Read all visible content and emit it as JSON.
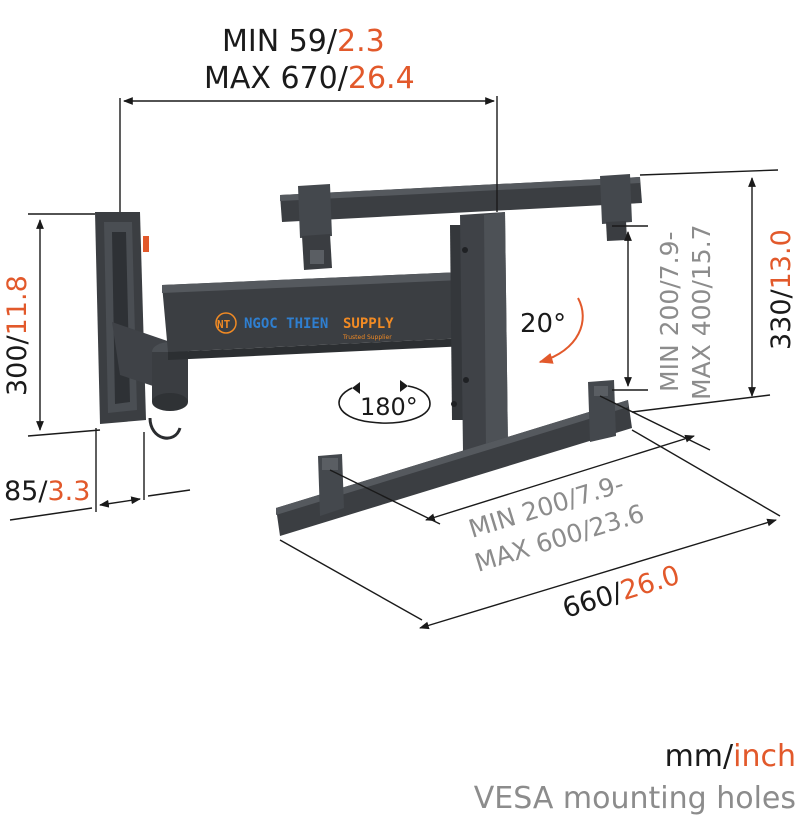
{
  "colors": {
    "text": "#1a1a1a",
    "accent": "#e2592b",
    "vesa_text": "#8c8c8c",
    "steel": "#3b3e42",
    "steel_light": "#55595e",
    "watermark": "#2f7fd0",
    "watermark_accent": "#f08a24"
  },
  "dimensions": {
    "reach": {
      "min_mm": "MIN 59/",
      "min_in": "2.3",
      "max_mm": "MAX 670/",
      "max_in": "26.4"
    },
    "wall_plate_height": {
      "mm": "300/",
      "in": "11.8"
    },
    "wall_plate_depth": {
      "mm": "85/",
      "in": "3.3"
    },
    "rail_height": {
      "mm": "330/",
      "in": "13.0"
    },
    "rail_width": {
      "mm": "660/",
      "in": "26.0"
    },
    "tilt": "20°",
    "swivel": "180°",
    "vesa_vertical": {
      "min": "MIN 200/7.9-",
      "max": "MAX 400/15.7"
    },
    "vesa_horizontal": {
      "min": "MIN 200/7.9-",
      "max": "MAX 600/23.6"
    }
  },
  "legend": {
    "units_mm": "mm/",
    "units_in": "inch",
    "vesa_note": "VESA mounting holes"
  },
  "watermark": {
    "logo": "NT",
    "brand_1": "NGOC THIEN",
    "brand_2": "SUPPLY",
    "tagline": "Trusted Supplier"
  }
}
